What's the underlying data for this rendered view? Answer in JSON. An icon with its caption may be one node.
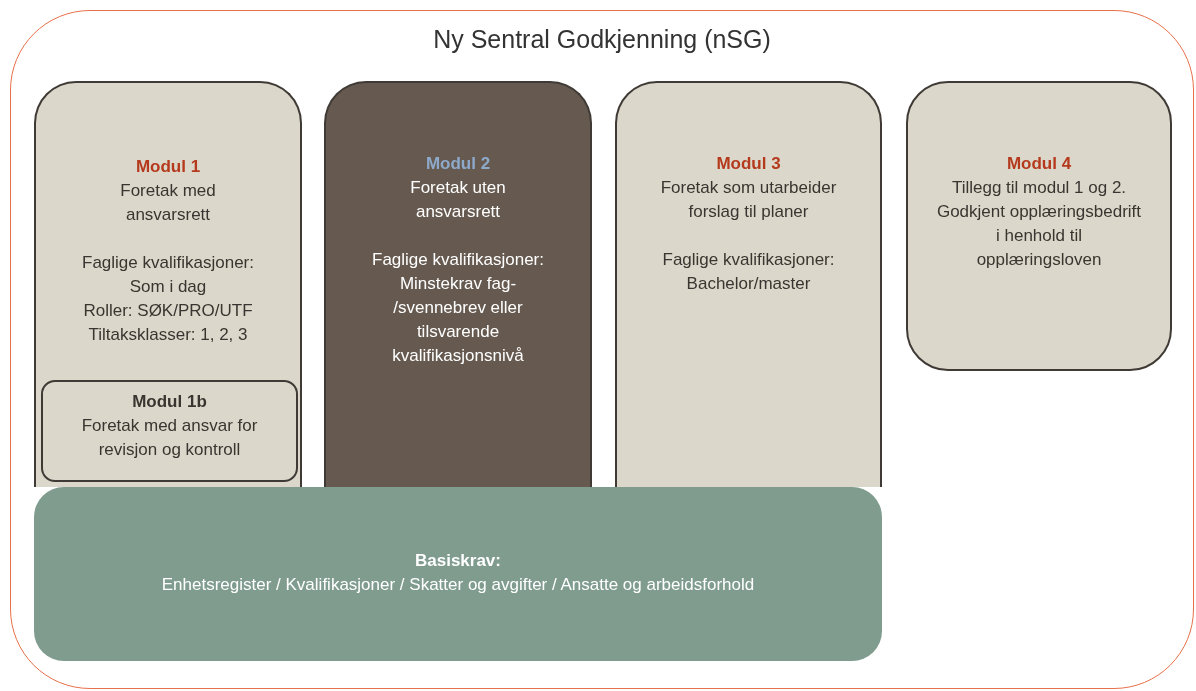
{
  "diagram": {
    "nodes": [
      {
        "text": [
          "Ny Sentral Godkjenning (nSG)"
        ]
      },
      {
        "text": [
          "Modul 1",
          "Foretak med ansvarsrett",
          "Faglige kvalifikasjoner:",
          "Som i dag",
          "Roller: SØK/PRO/UTF",
          "Tiltaksklasser: 1, 2, 3"
        ],
        "in": 0
      },
      {
        "text": [
          "Modul 1b",
          "Foretak med ansvar for revisjon og kontroll"
        ],
        "in": 1
      },
      {
        "text": [
          "Modul 2",
          "Foretak uten ansvarsrett",
          "Faglige kvalifikasjoner:",
          "Minstekrav fag- /svennebrev eller tilsvarende kvalifikasjonsnivå"
        ],
        "in": 0
      },
      {
        "text": [
          "Modul 3",
          "Foretak som utarbeider forslag til planer",
          "Faglige kvalifikasjoner:",
          "Bachelor/master"
        ],
        "in": 0
      },
      {
        "text": [
          "Modul 4",
          "Tillegg til modul 1 og 2. Godkjent opplæringsbedrift i henhold til opplæringsloven"
        ],
        "in": 0
      },
      {
        "text": [
          "Basiskrav:",
          "Enhetsregister / Kvalifikasjoner / Skatter og avgifter / Ansatte og arbeidsforhold"
        ],
        "in": 0
      }
    ]
  }
}
